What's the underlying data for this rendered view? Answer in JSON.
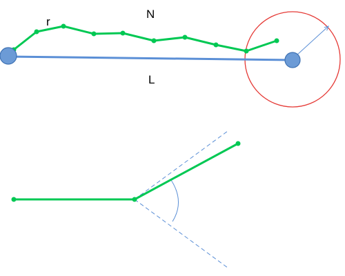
{
  "labels": {
    "segment_length": "r",
    "segment_count": "N",
    "end_to_end": "L"
  },
  "colors": {
    "chain": "#00c853",
    "bead": "#00c853",
    "end_vector": "#5b8fd6",
    "end_node_fill": "#6c9bd6",
    "end_node_stroke": "#3f72b3",
    "capture_circle": "#e53935",
    "angle_guides": "#5b8fd6"
  },
  "icons": {
    "end_node": "filled-circle",
    "bead": "small-dot",
    "radius": "arrow"
  }
}
